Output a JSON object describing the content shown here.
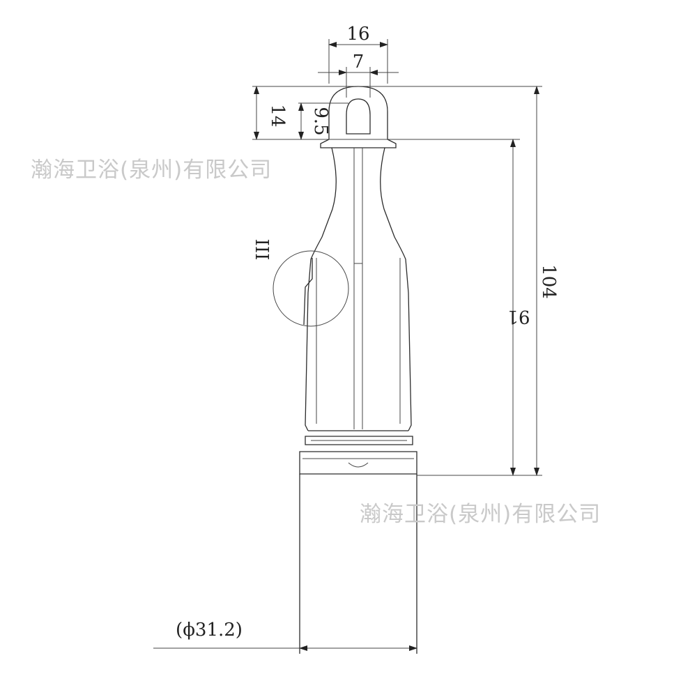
{
  "watermark": {
    "text": "瀚海卫浴(泉州)有限公司"
  },
  "dimensions": {
    "top_width": "16",
    "inner_width": "7",
    "loop_height": "14",
    "slot_height": "9.5",
    "body_height": "91",
    "total_height": "104",
    "diameter": "(ϕ31.2)",
    "detail_label": "III"
  },
  "colors": {
    "line": "#2b2b2b",
    "watermark": "#c9c9c9"
  }
}
